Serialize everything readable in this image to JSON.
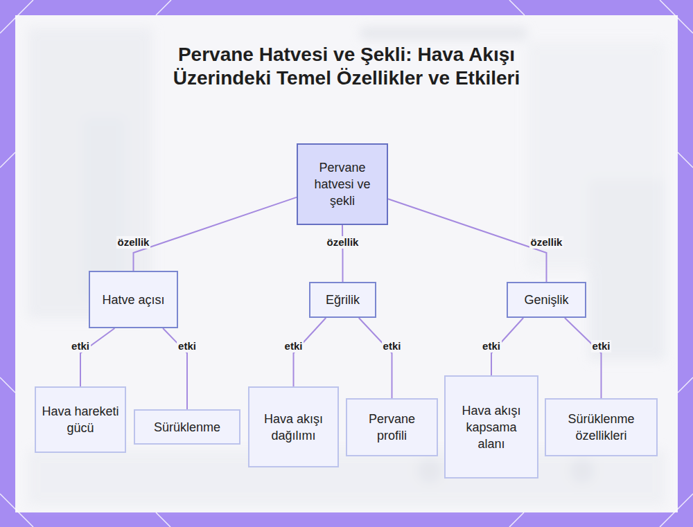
{
  "diagram": {
    "title": "Pervane Hatvesi ve Şekli: Hava Akışı Üzerindeki Temel Özellikler ve Etkileri",
    "nodes": [
      {
        "text": [
          "Pervane hatvesi ve şekli"
        ]
      },
      {
        "text": [
          "Hatve açısı"
        ]
      },
      {
        "text": [
          "Eğrilik"
        ]
      },
      {
        "text": [
          "Genişlik"
        ]
      },
      {
        "text": [
          "Hava hareketi gücü"
        ]
      },
      {
        "text": [
          "Sürüklenme"
        ]
      },
      {
        "text": [
          "Hava akışı dağılımı"
        ]
      },
      {
        "text": [
          "Pervane profili"
        ]
      },
      {
        "text": [
          "Hava akışı kapsama alanı"
        ]
      },
      {
        "text": [
          "Sürüklenme özellikleri"
        ]
      }
    ],
    "edges": [
      {
        "from": 0,
        "to": 1,
        "label": "özellik",
        "arrow": "none"
      },
      {
        "from": 0,
        "to": 2,
        "label": "özellik",
        "arrow": "none"
      },
      {
        "from": 0,
        "to": 3,
        "label": "özellik",
        "arrow": "none"
      },
      {
        "from": 1,
        "to": 4,
        "label": "etki",
        "arrow": "none"
      },
      {
        "from": 1,
        "to": 5,
        "label": "etki",
        "arrow": "none"
      },
      {
        "from": 2,
        "to": 6,
        "label": "etki",
        "arrow": "none"
      },
      {
        "from": 2,
        "to": 7,
        "label": "etki",
        "arrow": "none"
      },
      {
        "from": 3,
        "to": 8,
        "label": "etki",
        "arrow": "none"
      },
      {
        "from": 3,
        "to": 9,
        "label": "etki",
        "arrow": "none"
      }
    ]
  }
}
